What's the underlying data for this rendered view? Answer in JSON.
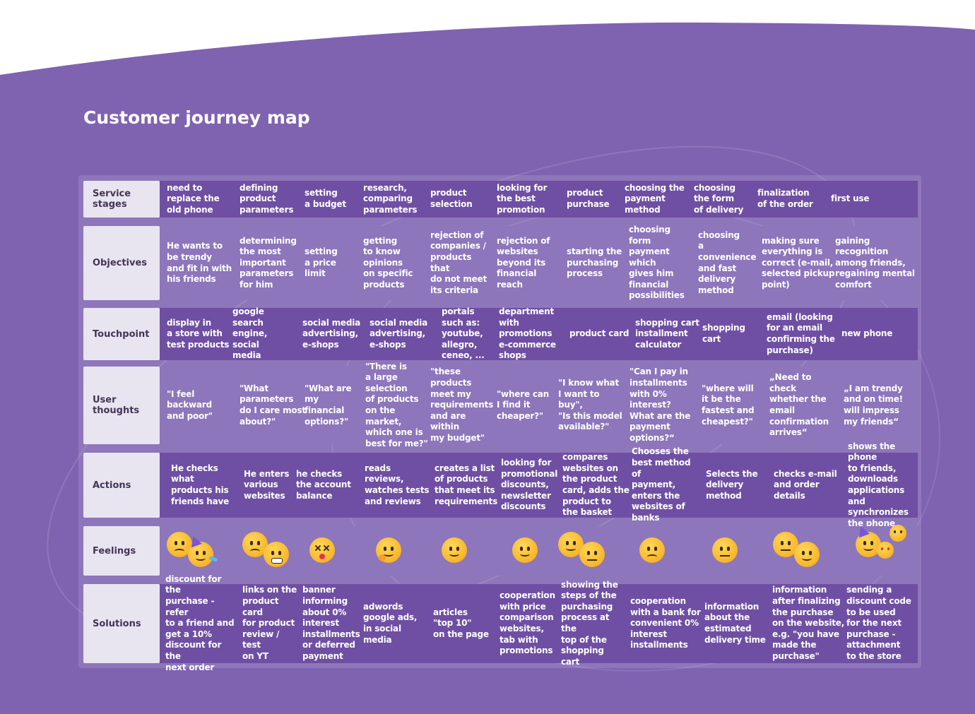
{
  "title": "Customer journey map",
  "colors": {
    "background": "#7f63b1",
    "band_dark": "#6f4fa3",
    "band_light": "#8d76bb",
    "label_bg": "#e9e5f0",
    "label_text": "#433456"
  },
  "rows": [
    {
      "label": "Service stages",
      "cells": [
        "need to\nreplace the\nold phone",
        "defining\nproduct\nparameters",
        "setting\na budget",
        "research,\ncomparing\nparameters",
        "product\nselection",
        "looking for\nthe best\npromotion",
        "product\npurchase",
        "choosing the\npayment\nmethod",
        "choosing\nthe form\nof delivery",
        "finalization\nof the order",
        "first use"
      ]
    },
    {
      "label": "Objectives",
      "cells": [
        "He wants to\nbe trendy\nand fit in with\nhis friends",
        "determining\nthe most\nimportant\nparameters\nfor him",
        "setting\na price\nlimit",
        "getting\nto know\nopinions\non specific\nproducts",
        "rejection of\ncompanies /\nproducts that\ndo not meet\nits criteria",
        "rejection of\nwebsites\nbeyond its\nfinancial\nreach",
        "starting the\npurchasing\nprocess",
        "choosing\nform\npayment which\ngives him\nfinancial\npossibilities",
        "choosing\na convenience\nand fast\ndelivery\nmethod",
        "making sure\neverything is\ncorrect (e-mail,\nselected pickup\npoint)",
        "gaining\nrecognition\namong friends,\nregaining mental\ncomfort"
      ]
    },
    {
      "label": "Touchpoint",
      "cells": [
        "display in\na store with\ntest products",
        "google search\nengine, social\nmedia",
        "social media\nadvertising,\ne-shops",
        "social media\nadvertising,\ne-shops",
        "portals\nsuch as:\nyoutube,\nallegro,\nceneo, ...",
        "department\nwith\npromotions\ne-commerce\nshops",
        "product card",
        "shopping cart\ninstallment\ncalculator",
        "shopping cart",
        "email (looking\nfor an email\nconfirming the\npurchase)",
        "new phone"
      ]
    },
    {
      "label": "User thoughts",
      "cells": [
        "\"I feel backward\nand poor\"",
        "\"What\nparameters\ndo I care most\nabout?\"",
        "\"What are my\nfinancial\noptions?\"",
        "\"There is\na large\nselection\nof products\non the market,\nwhich one is\nbest for me?\"",
        "\"these products\nmeet my\nrequirements\nand are within\nmy budget\"",
        "\"where can\nI find it\ncheaper?\"",
        "\"I know what\nI want to buy\",\n\"Is this model\navailable?\"",
        "\"Can I pay in\ninstallments\nwith 0%\ninterest?\nWhat are the\npayment\noptions?“",
        "\"where will\nit be the\nfastest and\ncheapest?\"",
        "„Need to check\nwhether the\nemail\nconfirmation\narrives“",
        "„I am trendy\nand on time!\nwill impress\nmy friends“"
      ]
    },
    {
      "label": "Actions",
      "cells": [
        "He checks what\nproducts his\nfriends have",
        "He enters\nvarious\nwebsites",
        "he checks\nthe account\nbalance",
        "reads reviews,\nwatches tests\nand reviews",
        "creates a list\nof products\nthat meet its\nrequirements",
        "looking for\npromotional\ndiscounts,\nnewsletter\ndiscounts",
        "compares\nwebsites on\nthe product\ncard, adds the\nproduct to\nthe basket",
        "Chooses the\nbest method of\npayment,\nenters the\nwebsites of\nbanks",
        "Selects the\ndelivery\nmethod",
        "checks e-mail\nand order\ndetails",
        "shows the phone\nto friends,\ndownloads\napplications and\nsynchronizes\nthe phone"
      ]
    },
    {
      "label": "Feelings",
      "faces": [
        [
          "frown",
          "party"
        ],
        [
          "frown",
          "grit"
        ],
        [
          "dead"
        ],
        [
          "think"
        ],
        [
          "eyebrow"
        ],
        [
          "smile"
        ],
        [
          "smile",
          "flat"
        ],
        [
          "frown"
        ],
        [
          "flat"
        ],
        [
          "flat",
          "smile"
        ],
        [
          "party",
          "heart",
          "smile"
        ]
      ]
    },
    {
      "label": "Solutions",
      "cells": [
        "discount for the\npurchase - refer\nto a friend and\nget a 10%\ndiscount for the\nnext order",
        "links on the\nproduct card\nfor product\nreview / test\non YT",
        "banner\ninforming\nabout 0%\ninterest\ninstallments\nor deferred\npayment",
        "adwords\ngoogle ads,\nin social\nmedia",
        "articles\n\"top 10\"\non the page",
        "cooperation\nwith price\ncomparison\nwebsites,\ntab with\npromotions",
        "showing the\nsteps of the\npurchasing\nprocess at the\ntop of the\nshopping cart",
        "cooperation\nwith a bank for\nconvenient 0%\ninterest\ninstallments",
        "information\nabout the\nestimated\ndelivery time",
        "information\nafter finalizing\nthe purchase\non the website,\ne.g. \"you have\nmade the\npurchase\"",
        "sending a\ndiscount code\nto be used\nfor the next\npurchase -\nattachment\nto the store"
      ]
    }
  ]
}
